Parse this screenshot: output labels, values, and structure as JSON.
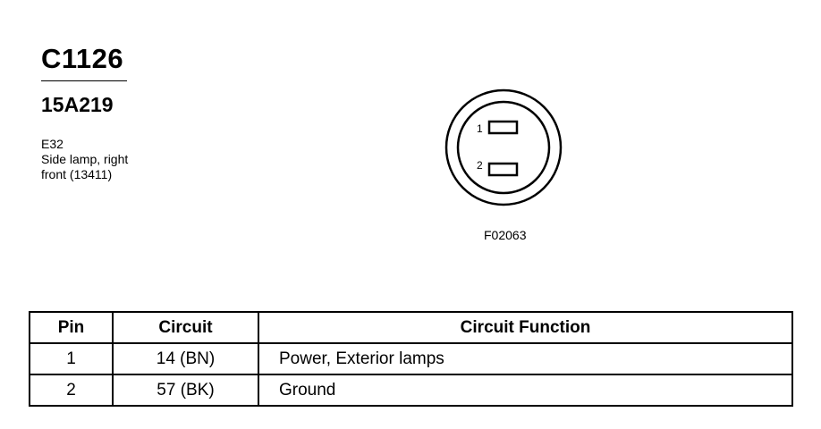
{
  "header": {
    "connector_id": "C1126",
    "part_number": "15A219",
    "description_lines": [
      "E32",
      "Side lamp, right",
      "front (13411)"
    ]
  },
  "diagram": {
    "pins": [
      {
        "label": "1"
      },
      {
        "label": "2"
      }
    ],
    "figure_ref": "F02063"
  },
  "table": {
    "headers": [
      "Pin",
      "Circuit",
      "Circuit Function"
    ],
    "rows": [
      {
        "pin": "1",
        "circuit": "14 (BN)",
        "function": "Power, Exterior lamps"
      },
      {
        "pin": "2",
        "circuit": "57 (BK)",
        "function": "Ground"
      }
    ]
  },
  "colors": {
    "ink": "#000000",
    "background": "#ffffff"
  }
}
